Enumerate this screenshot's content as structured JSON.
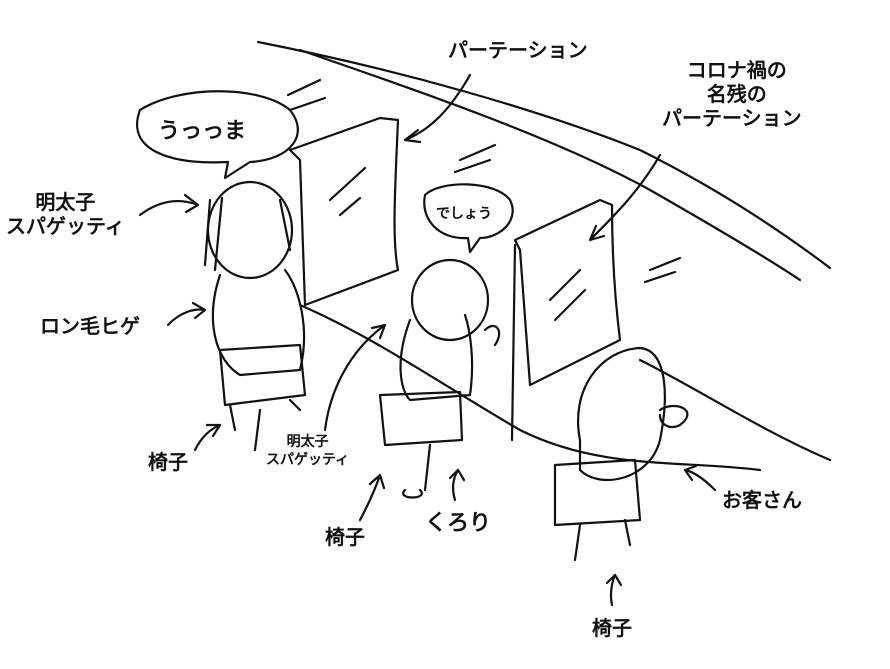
{
  "labels": {
    "partition": "パーテーション",
    "covid_partition_1": "コロナ禍の",
    "covid_partition_2": "名残の",
    "covid_partition_3": "パーテーション",
    "speech_left": "うっっま",
    "speech_mid": "でしょう",
    "mentaiko_1a": "明太子",
    "mentaiko_1b": "スパゲッティ",
    "long_hair_beard": "ロン毛ヒゲ",
    "chair_left": "椅子",
    "mentaiko_2a": "明太子",
    "mentaiko_2b": "スパゲッティ",
    "chair_mid": "椅子",
    "kurori": "くろり",
    "customer": "お客さん",
    "chair_right": "椅子"
  }
}
